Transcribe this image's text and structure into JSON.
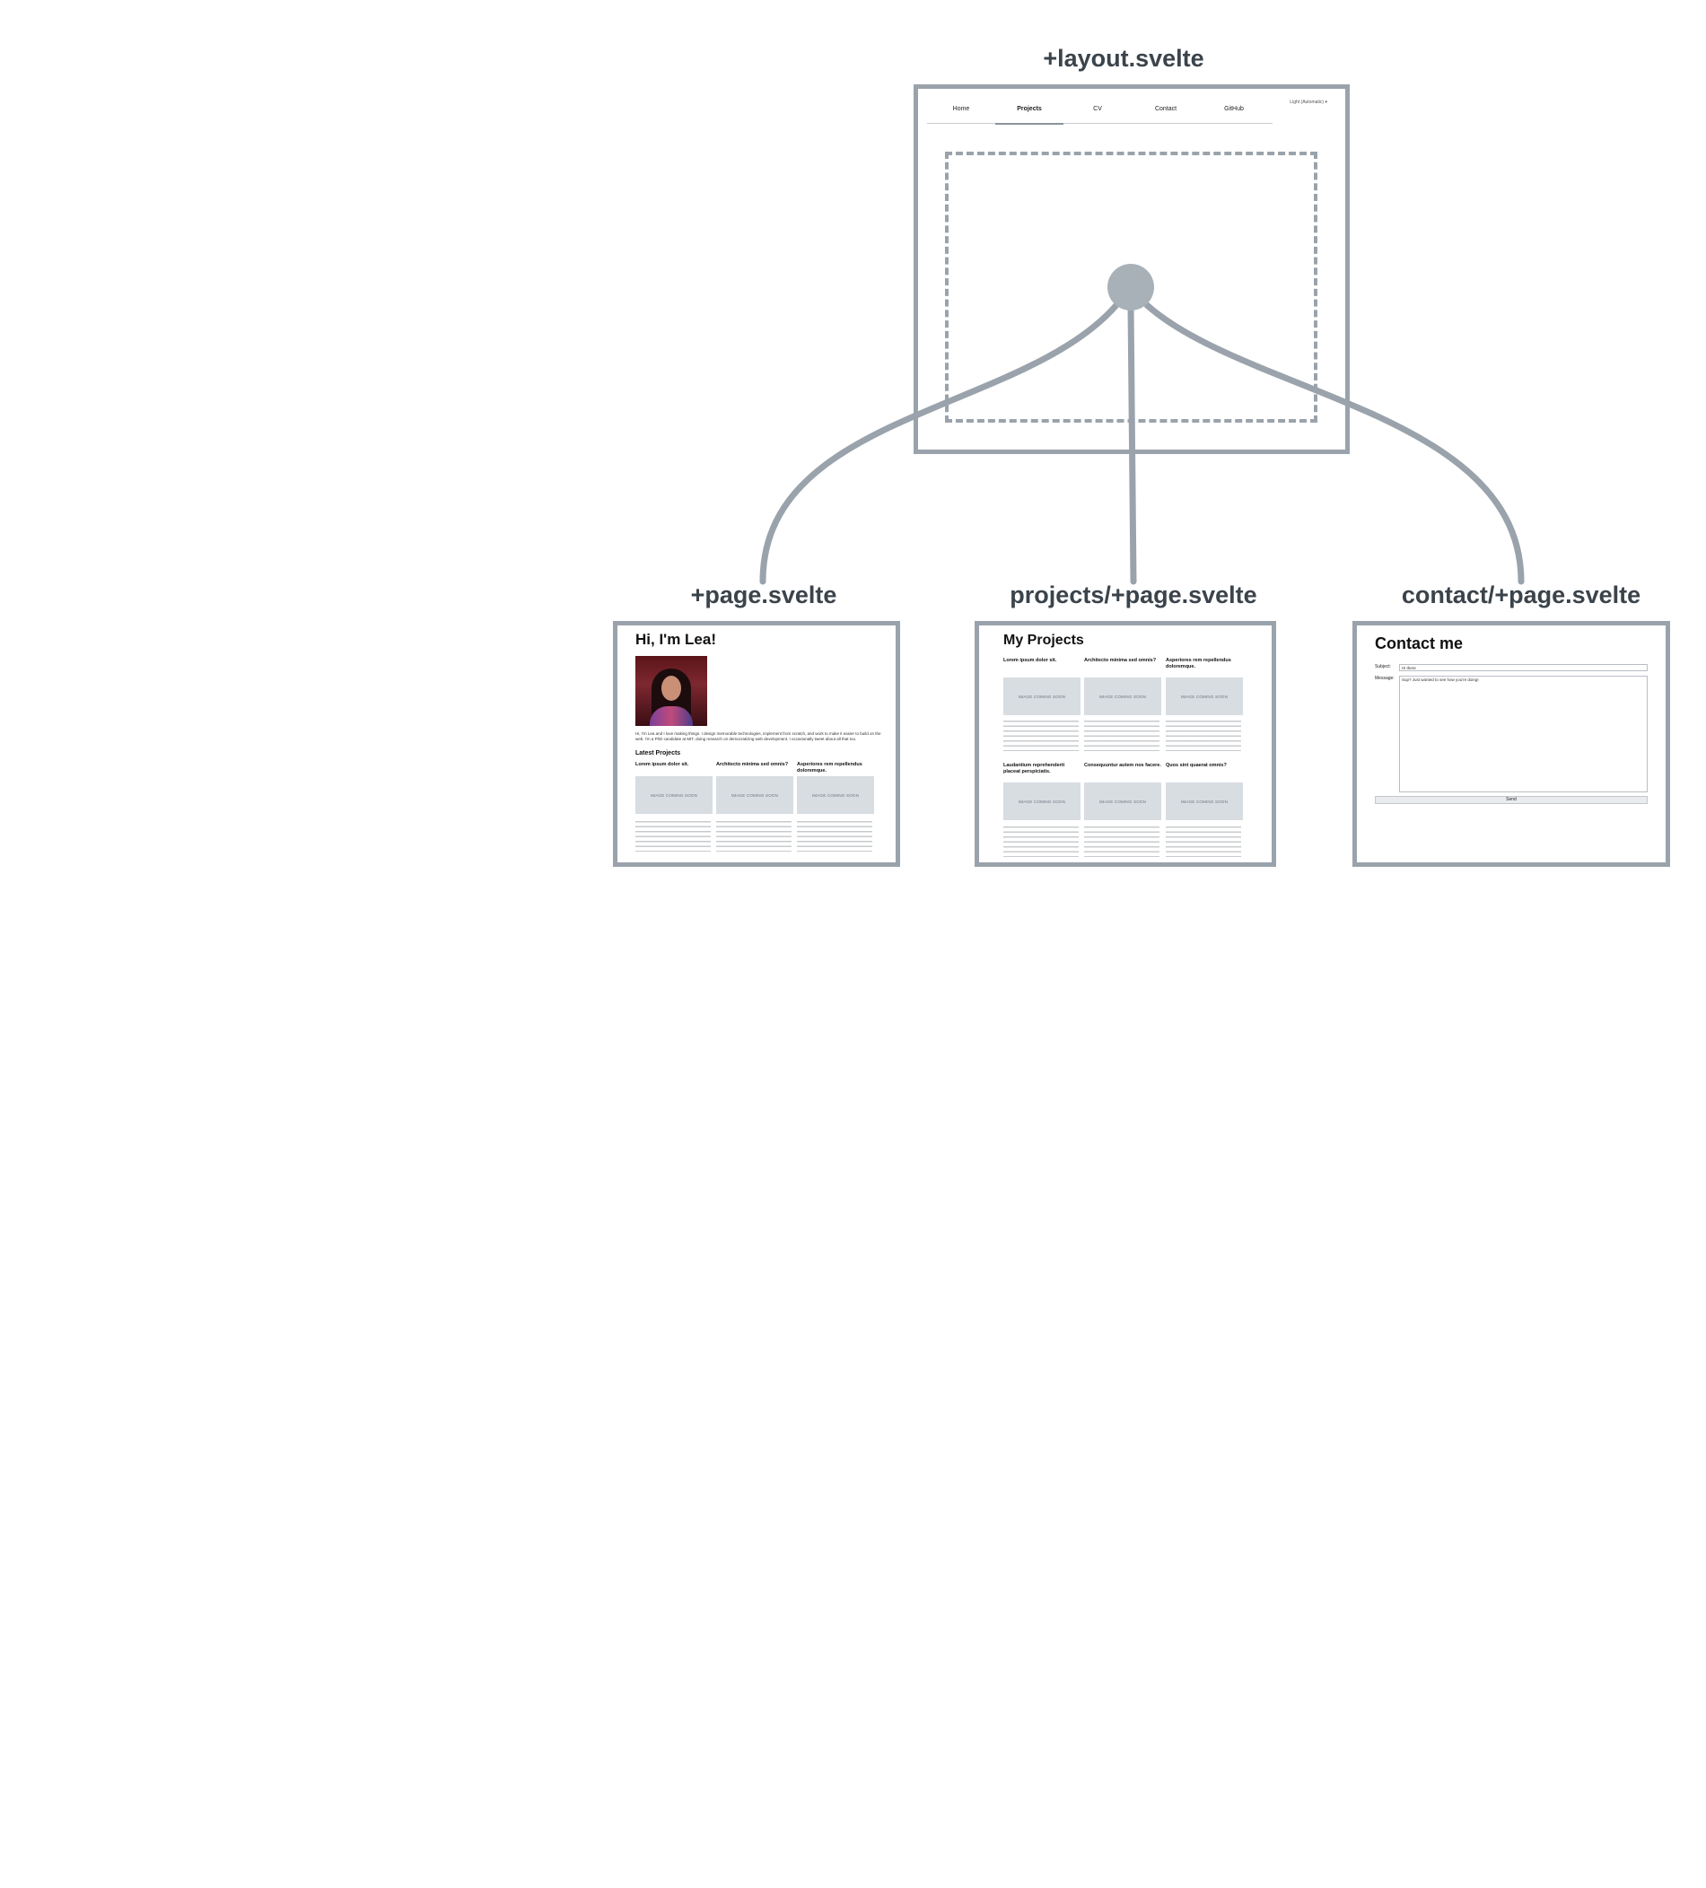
{
  "layout_node": {
    "heading": "+layout.svelte",
    "nav": {
      "items": [
        "Home",
        "Projects",
        "CV",
        "Contact",
        "GitHub"
      ],
      "active": "Projects",
      "theme_select": "Light (Automatic)"
    }
  },
  "children": [
    {
      "heading": "+page.svelte",
      "page": {
        "title": "Hi, I'm Lea!",
        "bio": "Hi, I'm Lea and I love making things. I design memorable technologies, implement from scratch, and work to make it easier to build on the web. I'm a PhD candidate at MIT, doing research on democratizing web development. I occasionally tweet about all that too.",
        "section_title": "Latest Projects",
        "cards": [
          {
            "title": "Lorem ipsum dolor sit.",
            "image": "IMAGE COMING SOON"
          },
          {
            "title": "Architecto minima sed omnis?",
            "image": "IMAGE COMING SOON"
          },
          {
            "title": "Asperiores rem repellendus doloremque.",
            "image": "IMAGE COMING SOON"
          }
        ]
      }
    },
    {
      "heading": "projects/+page.svelte",
      "page": {
        "title": "My Projects",
        "cards": [
          {
            "title": "Lorem ipsum dolor sit.",
            "image": "IMAGE COMING SOON"
          },
          {
            "title": "Architecto minima sed omnis?",
            "image": "IMAGE COMING SOON"
          },
          {
            "title": "Asperiores rem repellendus doloremque.",
            "image": "IMAGE COMING SOON"
          },
          {
            "title": "Laudantium reprehenderit placeat perspiciatis.",
            "image": "IMAGE COMING SOON"
          },
          {
            "title": "Consequuntur autem nos facere.",
            "image": "IMAGE COMING SOON"
          },
          {
            "title": "Quos sint quaerat omnis?",
            "image": "IMAGE COMING SOON"
          }
        ]
      }
    },
    {
      "heading": "contact/+page.svelte",
      "page": {
        "title": "Contact me",
        "subject_label": "Subject:",
        "subject_value": "Hi there",
        "message_label": "Message:",
        "message_value": "Sup? Just wanted to see how you're doing!",
        "button": "Send"
      }
    }
  ],
  "colors": {
    "connector": "#9aa3ab",
    "frame": "#9aa3ab",
    "heading": "#3b434b",
    "placeholder": "#d8dde2"
  }
}
